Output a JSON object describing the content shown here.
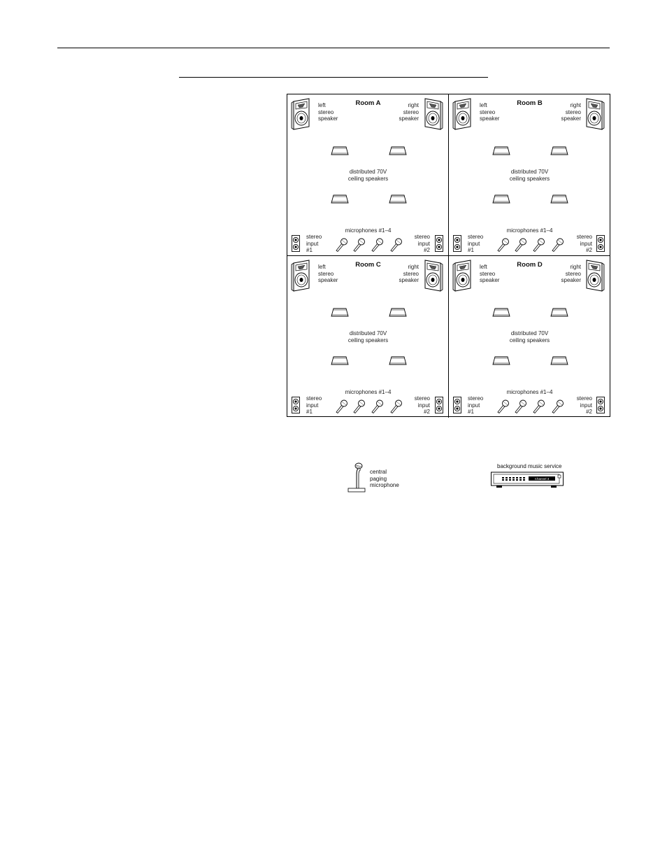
{
  "rooms": [
    {
      "name": "Room A",
      "left_speaker": "left\nstereo\nspeaker",
      "right_speaker": "right\nstereo\nspeaker",
      "ceiling": "distributed 70V\nceiling speakers",
      "mics": "microphones #1–4",
      "input1": "stereo\ninput\n#1",
      "input2": "stereo\ninput\n#2"
    },
    {
      "name": "Room B",
      "left_speaker": "left\nstereo\nspeaker",
      "right_speaker": "right\nstereo\nspeaker",
      "ceiling": "distributed 70V\nceiling speakers",
      "mics": "microphones #1–4",
      "input1": "stereo\ninput\n#1",
      "input2": "stereo\ninput\n#2"
    },
    {
      "name": "Room C",
      "left_speaker": "left\nstereo\nspeaker",
      "right_speaker": "right\nstereo\nspeaker",
      "ceiling": "distributed 70V\nceiling speakers",
      "mics": "microphones #1–4",
      "input1": "stereo\ninput\n#1",
      "input2": "stereo\ninput\n#2"
    },
    {
      "name": "Room D",
      "left_speaker": "left\nstereo\nspeaker",
      "right_speaker": "right\nstereo\nspeaker",
      "ceiling": "distributed 70V\nceiling speakers",
      "mics": "microphones #1–4",
      "input1": "stereo\ninput\n#1",
      "input2": "stereo\ninput\n#2"
    }
  ],
  "paging_mic": "central\npaging\nmicrophone",
  "bgm": {
    "label": "background music service",
    "display": "Channel 3"
  },
  "icons": {
    "speaker": "floor-speaker-icon",
    "ceiling": "ceiling-speaker-icon",
    "mic": "handheld-microphone-icon",
    "input": "stereo-input-jack-icon"
  },
  "colors": {
    "line": "#000000",
    "fill": "#ffffff"
  }
}
